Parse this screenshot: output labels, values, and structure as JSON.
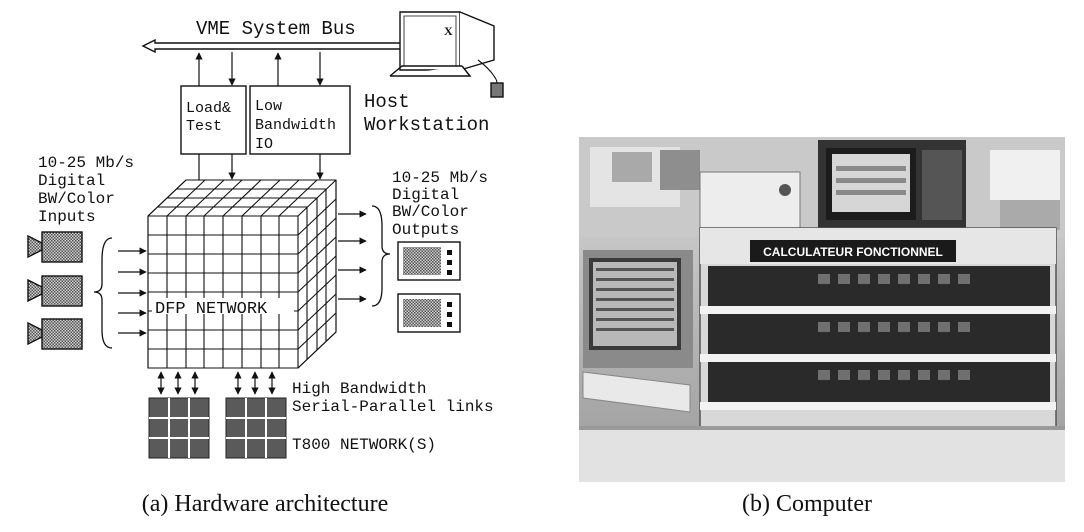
{
  "diagram": {
    "bus_label": "VME System Bus",
    "monitor_symbol": "X",
    "host_line1": "Host",
    "host_line2": "Workstation",
    "load_test_line1": "Load&",
    "load_test_line2": "Test",
    "low_bw_line1": "Low",
    "low_bw_line2": "Bandwidth",
    "low_bw_line3": "IO",
    "inputs_line1": "10-25 Mb/s",
    "inputs_line2": "Digital",
    "inputs_line3": "BW/Color",
    "inputs_line4": "Inputs",
    "outputs_line1": "10-25 Mb/s",
    "outputs_line2": "Digital",
    "outputs_line3": "BW/Color",
    "outputs_line4": "Outputs",
    "network_label": "DFP NETWORK",
    "links_line1": "High Bandwidth",
    "links_line2": "Serial-Parallel links",
    "t800_label": "T800 NETWORK(S)"
  },
  "photo": {
    "panel_sign": "CALCULATEUR FONCTIONNEL"
  },
  "captions": {
    "left": "(a) Hardware architecture",
    "right": "(b) Computer"
  },
  "colors": {
    "line": "#111111",
    "dark_block": "#555555",
    "dither": "#8a8a8a"
  }
}
